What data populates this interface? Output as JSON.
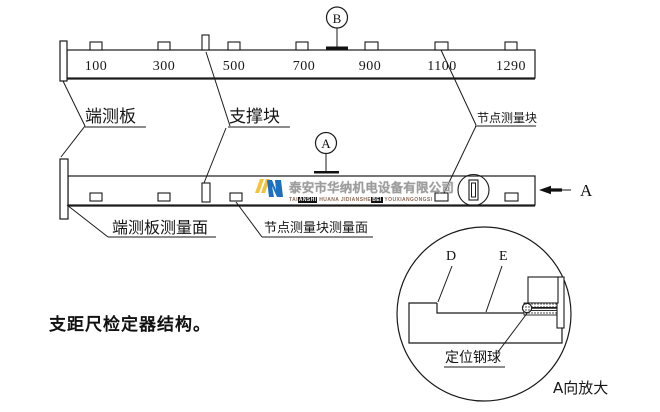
{
  "figure": {
    "caption": "支距尺检定器结构。",
    "detail_caption": "A向放大"
  },
  "top_bar": {
    "section_label": "B",
    "marks": [
      "100",
      "300",
      "500",
      "700",
      "900",
      "1100",
      "1290"
    ]
  },
  "middle_bar": {
    "section_label": "A",
    "arrow_label": "A"
  },
  "labels": {
    "end_plate": "端测板",
    "support_block": "支撑块",
    "node_block": "节点测量块",
    "end_plate_surface": "端测板测量面",
    "node_block_surface": "节点测量块测量面"
  },
  "detail": {
    "d": "D",
    "e": "E",
    "ball_label": "定位钢球"
  },
  "watermark": {
    "cn": "泰安市华纳机电设备有限公司",
    "latin_parts": [
      {
        "text": "TAI"
      },
      {
        "text": "ANSHI"
      },
      {
        "text": " HUANA JIDIANSHE"
      },
      {
        "text": "BEI"
      },
      {
        "text": " YOUXIANGONGSI"
      }
    ]
  },
  "colors": {
    "line": "#1a1a1a",
    "logo_yellow": "#f2c33d",
    "logo_blue": "#1d6fc0",
    "wm_gray": "#9c9c9c",
    "wm_brown": "#8a6a55"
  }
}
